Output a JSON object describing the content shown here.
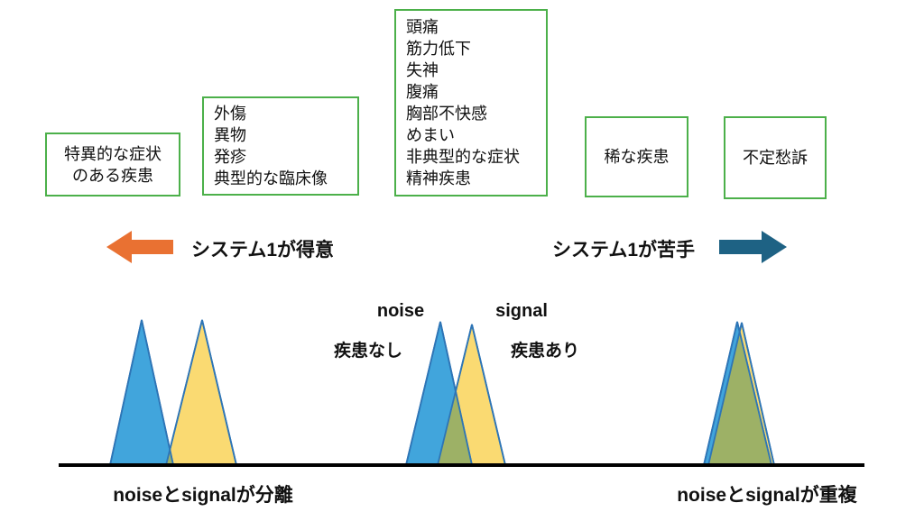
{
  "colors": {
    "box-border": "#4CB04A",
    "arrow-left": "#E97132",
    "arrow-right": "#1E6284",
    "noise-fill": "#41A5DC",
    "signal-fill": "#FADA72",
    "overlap-fill": "#9DB166",
    "tri-outline": "#2E75B6",
    "baseline": "#000000",
    "ink": "#111111"
  },
  "boxes": [
    {
      "text": "特異的な症状\nのある疾患"
    },
    {
      "text": "外傷\n異物\n発疹\n典型的な臨床像"
    },
    {
      "text": "頭痛\n筋力低下\n失神\n腹痛\n胸部不快感\nめまい\n非典型的な症状\n精神疾患"
    },
    {
      "text": "稀な疾患"
    },
    {
      "text": "不定愁訴"
    }
  ],
  "arrows": {
    "left_label": "システム1が得意",
    "right_label": "システム1が苦手"
  },
  "distributions": {
    "noise_label": "noise",
    "signal_label": "signal",
    "noise_sublabel": "疾患なし",
    "signal_sublabel": "疾患あり",
    "left_caption": "noiseとsignalが分離",
    "right_caption": "noiseとsignalが重複"
  }
}
